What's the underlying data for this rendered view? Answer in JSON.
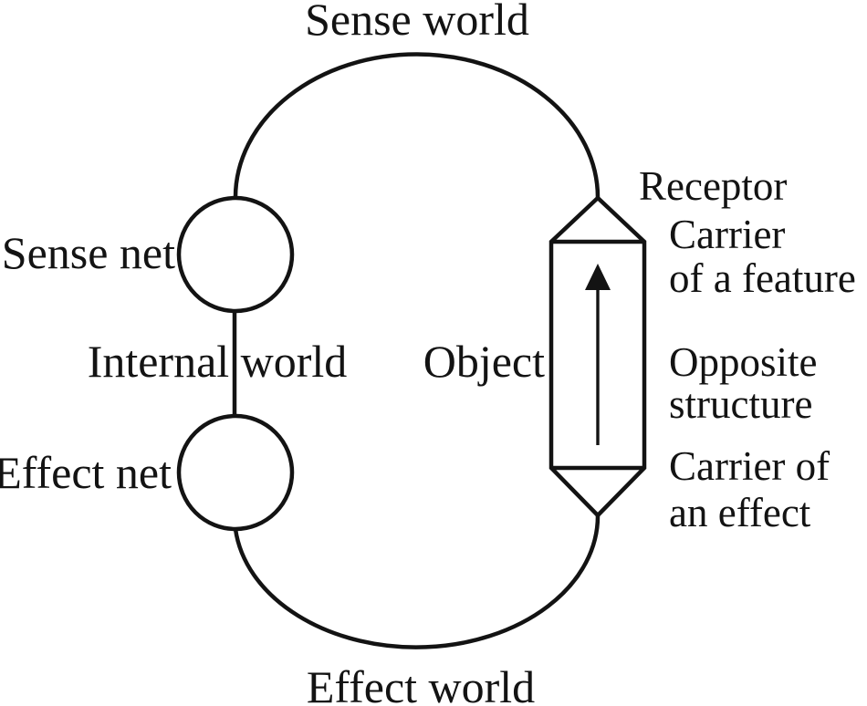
{
  "figure": {
    "background": "#ffffff",
    "ink": "#131313",
    "top_label": "Sense world",
    "bottom_label": "Effect world",
    "left_labels": {
      "sense_net": "Sense net",
      "internal_world": "Internal world",
      "effect_net": "Effect net"
    },
    "object_label": "Object",
    "right_labels": {
      "receptor": "Receptor",
      "carrier_of_feature": {
        "line1": "Carrier",
        "line2": "of a feature"
      },
      "opposite_structure": {
        "line1": "Opposite",
        "line2": "structure"
      },
      "carrier_of_effect": {
        "line1": "Carrier of",
        "line2": "an effect"
      }
    },
    "icons": {
      "sense_net_node": "circle-node",
      "effect_net_node": "circle-node",
      "object_spindle": "hexagonal-spindle",
      "arrow": "up-arrow"
    }
  }
}
